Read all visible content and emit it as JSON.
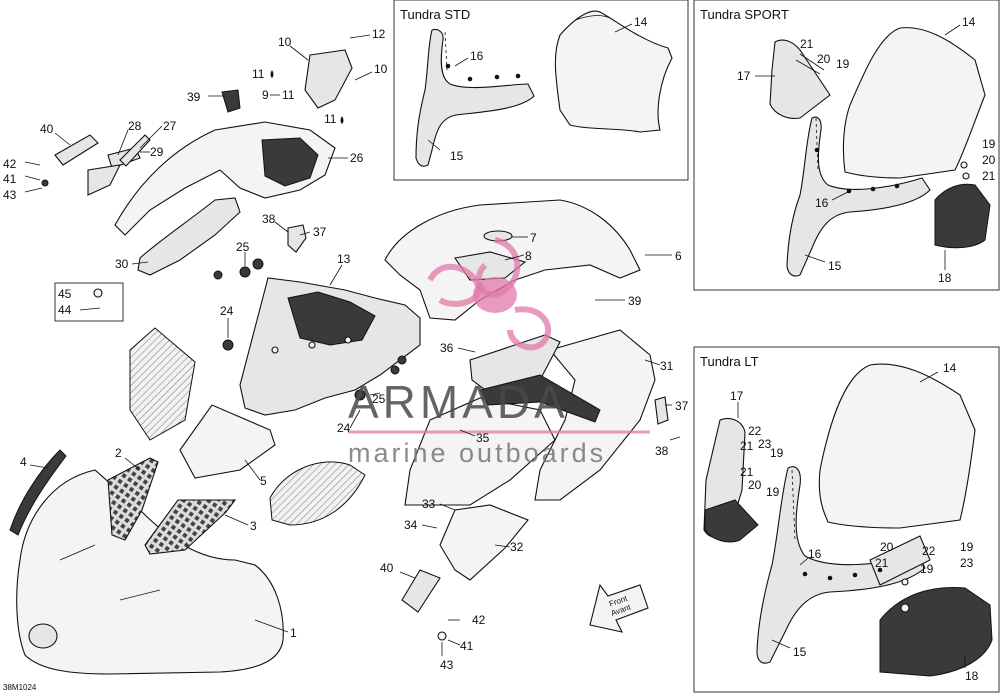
{
  "diagram": {
    "ref_code": "38M1024",
    "panels": [
      {
        "id": "std",
        "title": "Tundra STD"
      },
      {
        "id": "sport",
        "title": "Tundra SPORT"
      },
      {
        "id": "lt",
        "title": "Tundra LT"
      }
    ],
    "watermark": {
      "brand": "ARMADA",
      "tagline": "marine outboards"
    },
    "front_arrow": {
      "line1": "Front",
      "line2": "Avant"
    },
    "callouts": [
      {
        "n": "1"
      },
      {
        "n": "2"
      },
      {
        "n": "3"
      },
      {
        "n": "4"
      },
      {
        "n": "5"
      },
      {
        "n": "6"
      },
      {
        "n": "7"
      },
      {
        "n": "8"
      },
      {
        "n": "9"
      },
      {
        "n": "10"
      },
      {
        "n": "10"
      },
      {
        "n": "11"
      },
      {
        "n": "11"
      },
      {
        "n": "11"
      },
      {
        "n": "12"
      },
      {
        "n": "13"
      },
      {
        "n": "24"
      },
      {
        "n": "24"
      },
      {
        "n": "25"
      },
      {
        "n": "25"
      },
      {
        "n": "26"
      },
      {
        "n": "27"
      },
      {
        "n": "28"
      },
      {
        "n": "29"
      },
      {
        "n": "30"
      },
      {
        "n": "31"
      },
      {
        "n": "32"
      },
      {
        "n": "33"
      },
      {
        "n": "34"
      },
      {
        "n": "35"
      },
      {
        "n": "36"
      },
      {
        "n": "37"
      },
      {
        "n": "37"
      },
      {
        "n": "38"
      },
      {
        "n": "38"
      },
      {
        "n": "39"
      },
      {
        "n": "39"
      },
      {
        "n": "40"
      },
      {
        "n": "40"
      },
      {
        "n": "41"
      },
      {
        "n": "41"
      },
      {
        "n": "42"
      },
      {
        "n": "42"
      },
      {
        "n": "43"
      },
      {
        "n": "43"
      },
      {
        "n": "44"
      },
      {
        "n": "45"
      },
      {
        "n": "14"
      },
      {
        "n": "15"
      },
      {
        "n": "16"
      },
      {
        "n": "14"
      },
      {
        "n": "15"
      },
      {
        "n": "16"
      },
      {
        "n": "17"
      },
      {
        "n": "18"
      },
      {
        "n": "19"
      },
      {
        "n": "19"
      },
      {
        "n": "20"
      },
      {
        "n": "20"
      },
      {
        "n": "21"
      },
      {
        "n": "21"
      },
      {
        "n": "14"
      },
      {
        "n": "15"
      },
      {
        "n": "16"
      },
      {
        "n": "17"
      },
      {
        "n": "18"
      },
      {
        "n": "19"
      },
      {
        "n": "19"
      },
      {
        "n": "19"
      },
      {
        "n": "19"
      },
      {
        "n": "20"
      },
      {
        "n": "20"
      },
      {
        "n": "21"
      },
      {
        "n": "21"
      },
      {
        "n": "21"
      },
      {
        "n": "22"
      },
      {
        "n": "22"
      },
      {
        "n": "23"
      },
      {
        "n": "23"
      }
    ]
  }
}
